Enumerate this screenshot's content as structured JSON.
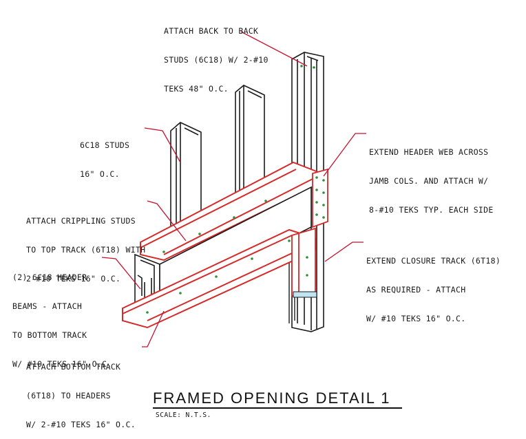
{
  "notes": {
    "back_to_back": [
      "ATTACH BACK TO BACK",
      "STUDS (6C18) W/ 2-#10",
      "TEKS 48\" O.C."
    ],
    "studs": [
      "6C18 STUDS",
      "16\" O.C."
    ],
    "extend_header": [
      "EXTEND HEADER WEB ACROSS",
      "JAMB COLS. AND ATTACH W/",
      "8-#10 TEKS TYP. EACH SIDE"
    ],
    "cripple": [
      "ATTACH CRIPPLING STUDS",
      "TO TOP TRACK (6T18) WITH",
      "2-#10 TEKS 16\" O.C."
    ],
    "header_beams": [
      "(2) 6C18 HEADER",
      "BEAMS - ATTACH",
      "TO BOTTOM TRACK",
      "W/ #10 TEKS 16\" O.C."
    ],
    "closure": [
      "EXTEND CLOSURE TRACK (6T18)",
      "AS REQUIRED - ATTACH",
      "W/ #10 TEKS 16\" O.C."
    ],
    "bottom_track": [
      "ATTACH BOTTOM TRACK",
      "(6T18) TO HEADERS",
      "W/ 2-#10 TEKS 16\" O.C."
    ]
  },
  "title": "FRAMED OPENING DETAIL 1",
  "scale": "SCALE: N.T.S.",
  "colors": {
    "linework": "#1a1a1a",
    "leader": "#c8102e",
    "outline_red": "#d42a2a",
    "screw": "#2f8f3a"
  }
}
